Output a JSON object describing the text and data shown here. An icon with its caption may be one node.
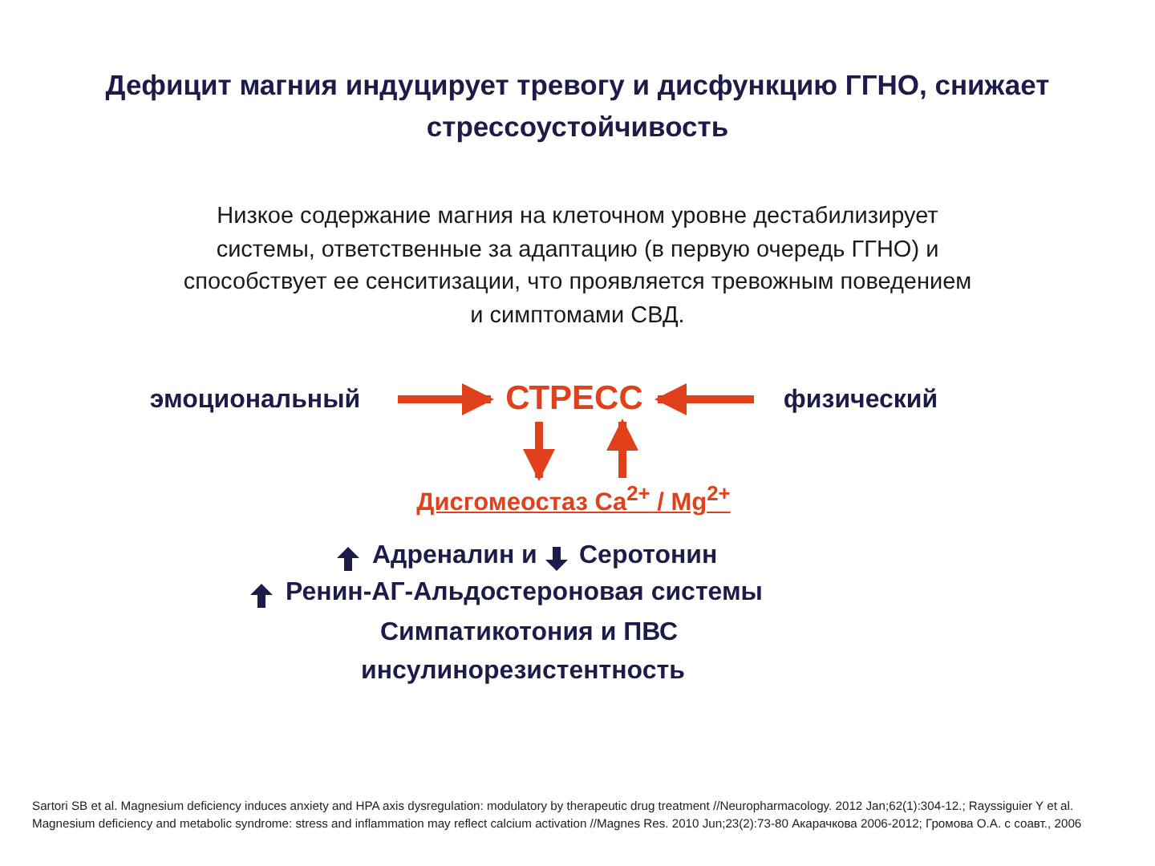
{
  "diagram": {
    "title": "Дефицит магния индуцирует тревогу и дисфункцию ГГНО, снижает стрессоустойчивость",
    "nodes": [
      {
        "text": [
          "эмоциональный"
        ]
      },
      {
        "text": [
          "СТРЕСС"
        ]
      },
      {
        "text": [
          "физический"
        ]
      },
      {
        "text": [
          "Дисгомеостаз Ca$^{2+}$ / Mg$^{2+}$"
        ]
      }
    ],
    "edges": [
      {
        "from": 0,
        "to": 1,
        "arrow": "to"
      },
      {
        "from": 2,
        "to": 1,
        "arrow": "to"
      },
      {
        "from": 1,
        "to": 3,
        "arrow": "to"
      },
      {
        "from": 3,
        "to": 1,
        "arrow": "to"
      }
    ],
    "labels": [
      "Низкое содержание магния на клеточном уровне дестабилизирует системы, ответственные за адаптацию (в первую очередь ГГНО) и способствует ее сенситизации, что проявляется тревожным поведением и симптомами СВД.",
      "Адреналин и",
      "Серотонин",
      "Ренин-АГ-Альдостероновая системы",
      "Симпатикотония и ПВС",
      "инсулинорезистентность",
      "Sartori SB et al. Magnesium deficiency induces anxiety and HPA axis dysregulation: modulatory by therapeutic drug treatment //Neuropharmacology. 2012 Jan;62(1):304-12.; Rayssiguier Y et al. Magnesium deficiency and metabolic syndrome: stress and inflammation may reflect calcium activation //Magnes Res. 2010 Jun;23(2):73-80 Акарачкова 2006-2012; Громова О.А. с соавт., 2006"
    ]
  }
}
